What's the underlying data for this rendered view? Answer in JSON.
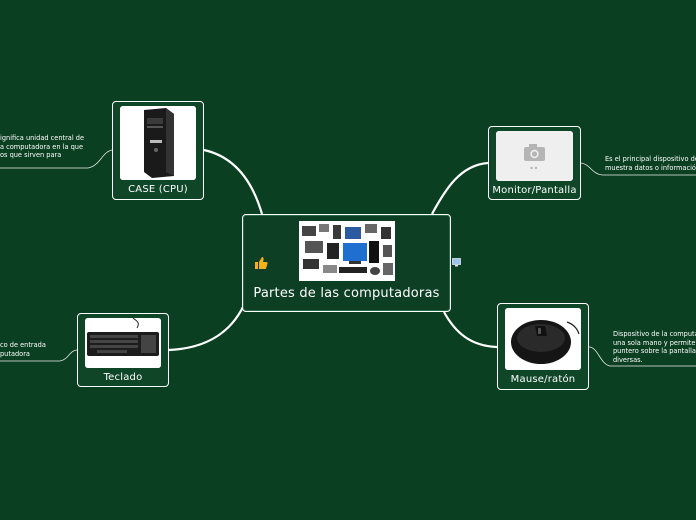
{
  "colors": {
    "background": "#0b3f22",
    "node_border": "#ffffff",
    "connector": "#ffffff",
    "accent_yellow": "#f2b21b"
  },
  "central": {
    "title": "Partes de las computadoras",
    "image_icon": "computer-parts-collage",
    "left_icon": "thumbs-up-icon",
    "right_icon": "computer-icon"
  },
  "branches": {
    "case": {
      "label": "CASE (CPU)",
      "image_icon": "cpu-tower",
      "description": [
        "ignifica unidad central de",
        "a computadora en la que",
        "os que sirven para"
      ]
    },
    "monitor": {
      "label": "Monitor/Pantalla",
      "image_icon": "camera-placeholder-icon",
      "description": [
        "Es el principal dispositivo de",
        "muestra datos o información"
      ]
    },
    "teclado": {
      "label": "Teclado",
      "image_icon": "keyboard",
      "description": [
        "co de entrada",
        "putadora"
      ]
    },
    "mouse": {
      "label": "Mause/ratón",
      "image_icon": "mouse",
      "description": [
        "Dispositivo de la computa",
        "una sola mano y permite",
        "puntero sobre la pantalla",
        "diversas."
      ]
    }
  }
}
